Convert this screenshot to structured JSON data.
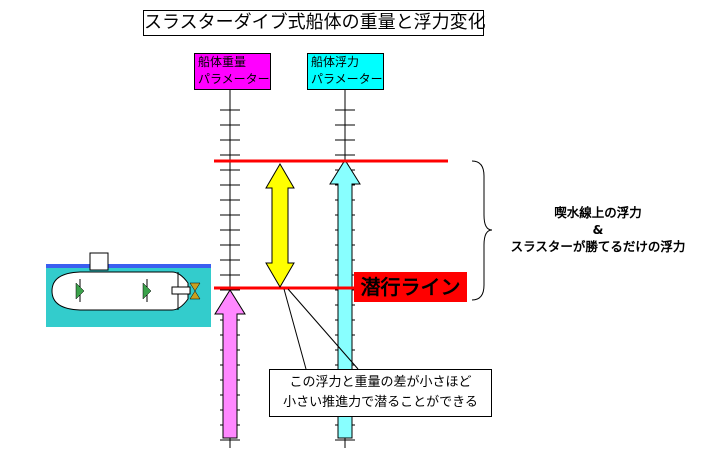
{
  "title": "スラスターダイブ式船体の重量と浮力変化",
  "weight_param": {
    "line1": "船体重量",
    "line2": "パラメーター"
  },
  "buoyancy_param": {
    "line1": "船体浮力",
    "line2": "パラメーター"
  },
  "dive_line_label": "潜行ライン",
  "right_annotation": {
    "line1": "喫水線上の浮力",
    "line2": "&",
    "line3": "スラスターが勝てるだけの浮力"
  },
  "note": {
    "line1": "この浮力と重量の差が小さほど",
    "line2": "小さい推進力で潜ることができる"
  },
  "colors": {
    "weight": "#ff00ff",
    "buoyancy": "#00ffff",
    "red_line": "#ff0000",
    "yellow_arrow": "#ffff00",
    "sea": "#33cccc",
    "sea_surface": "#3b5ff0",
    "weight_arrow": "#ff88ff",
    "buoyancy_arrow": "#88ffff"
  }
}
